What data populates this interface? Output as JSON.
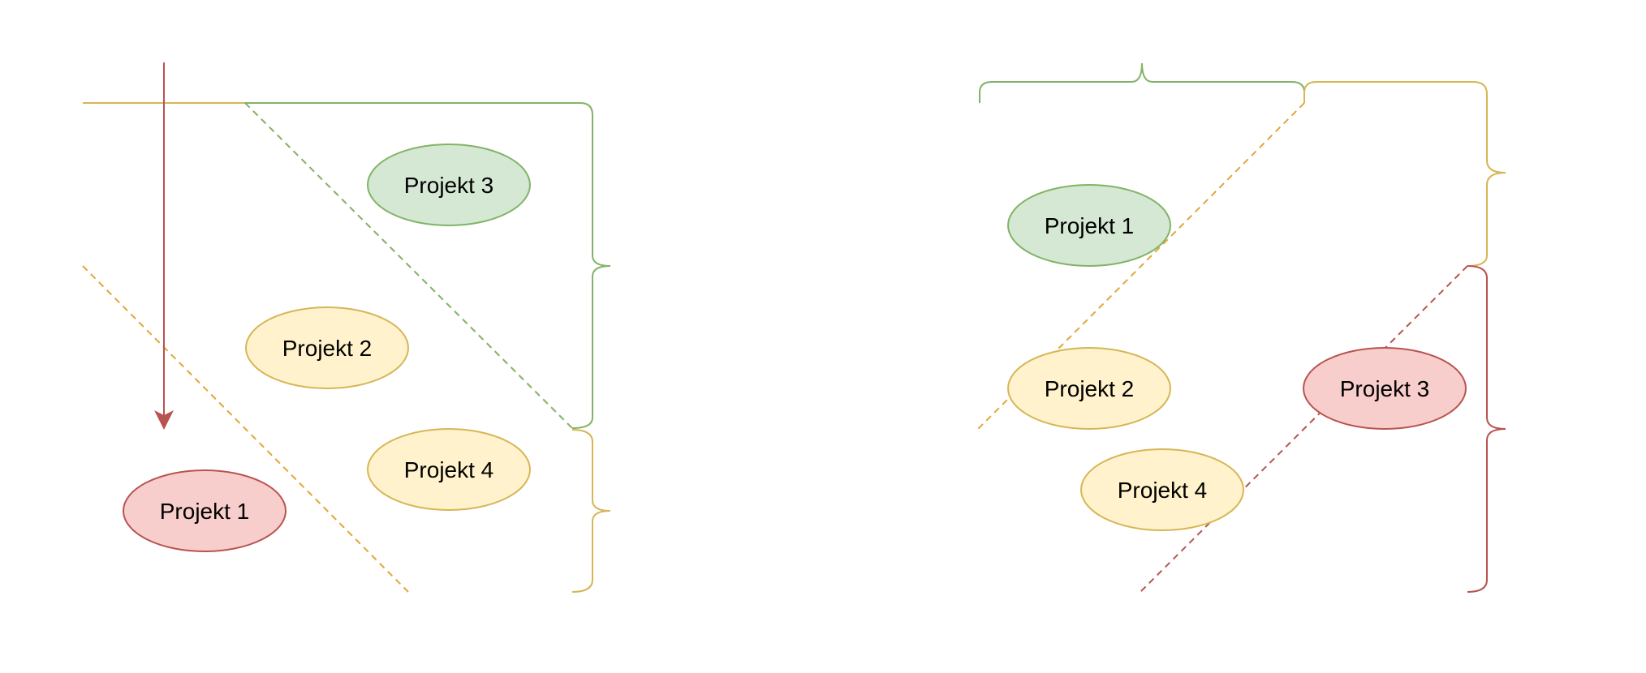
{
  "colors": {
    "green_fill": "#d5e8d4",
    "green_stroke": "#82b366",
    "yellow_fill": "#fff2cc",
    "yellow_stroke": "#d6b656",
    "red_fill": "#f8cecc",
    "red_stroke": "#b85450",
    "orange_dash": "#e0a63a"
  },
  "left_diagram": {
    "projects": [
      {
        "label": "Projekt 3",
        "color": "green"
      },
      {
        "label": "Projekt 2",
        "color": "yellow"
      },
      {
        "label": "Projekt 4",
        "color": "yellow"
      },
      {
        "label": "Projekt 1",
        "color": "red"
      }
    ]
  },
  "right_diagram": {
    "projects": [
      {
        "label": "Projekt 1",
        "color": "green"
      },
      {
        "label": "Projekt 2",
        "color": "yellow"
      },
      {
        "label": "Projekt 3",
        "color": "red"
      },
      {
        "label": "Projekt 4",
        "color": "yellow"
      }
    ]
  }
}
